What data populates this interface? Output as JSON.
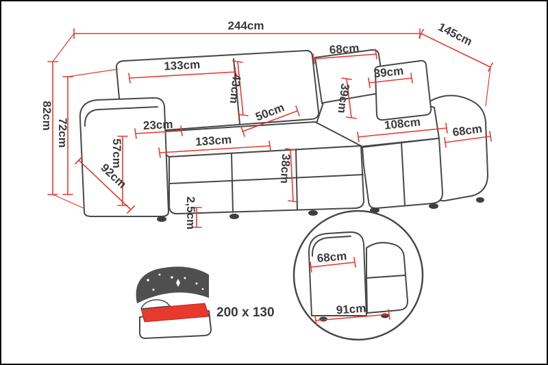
{
  "colors": {
    "dimension_line": "#e8392e",
    "sofa_outline": "#474747",
    "label_text": "#3a3a3a"
  },
  "measurements": {
    "total_width": "244cm",
    "total_depth": "145cm",
    "back_corner_width": "68cm",
    "backrest_width": "133cm",
    "backrest_cushion_height": "43cm",
    "pillow_width": "39cm",
    "pillow_height": "39cm",
    "seat_depth": "50cm",
    "armrest_top_width": "23cm",
    "chaise_length": "108cm",
    "chaise_width": "68cm",
    "total_height": "82cm",
    "back_height": "72cm",
    "armrest_height": "57cm",
    "side_depth": "92cm",
    "seat_front_width": "133cm",
    "seat_height": "38cm",
    "leg_height": "2,5cm"
  },
  "sleeping_function": {
    "bed_size": "200 x 130"
  },
  "armrest_detail": {
    "top_depth": "68cm",
    "base_depth": "91cm"
  }
}
